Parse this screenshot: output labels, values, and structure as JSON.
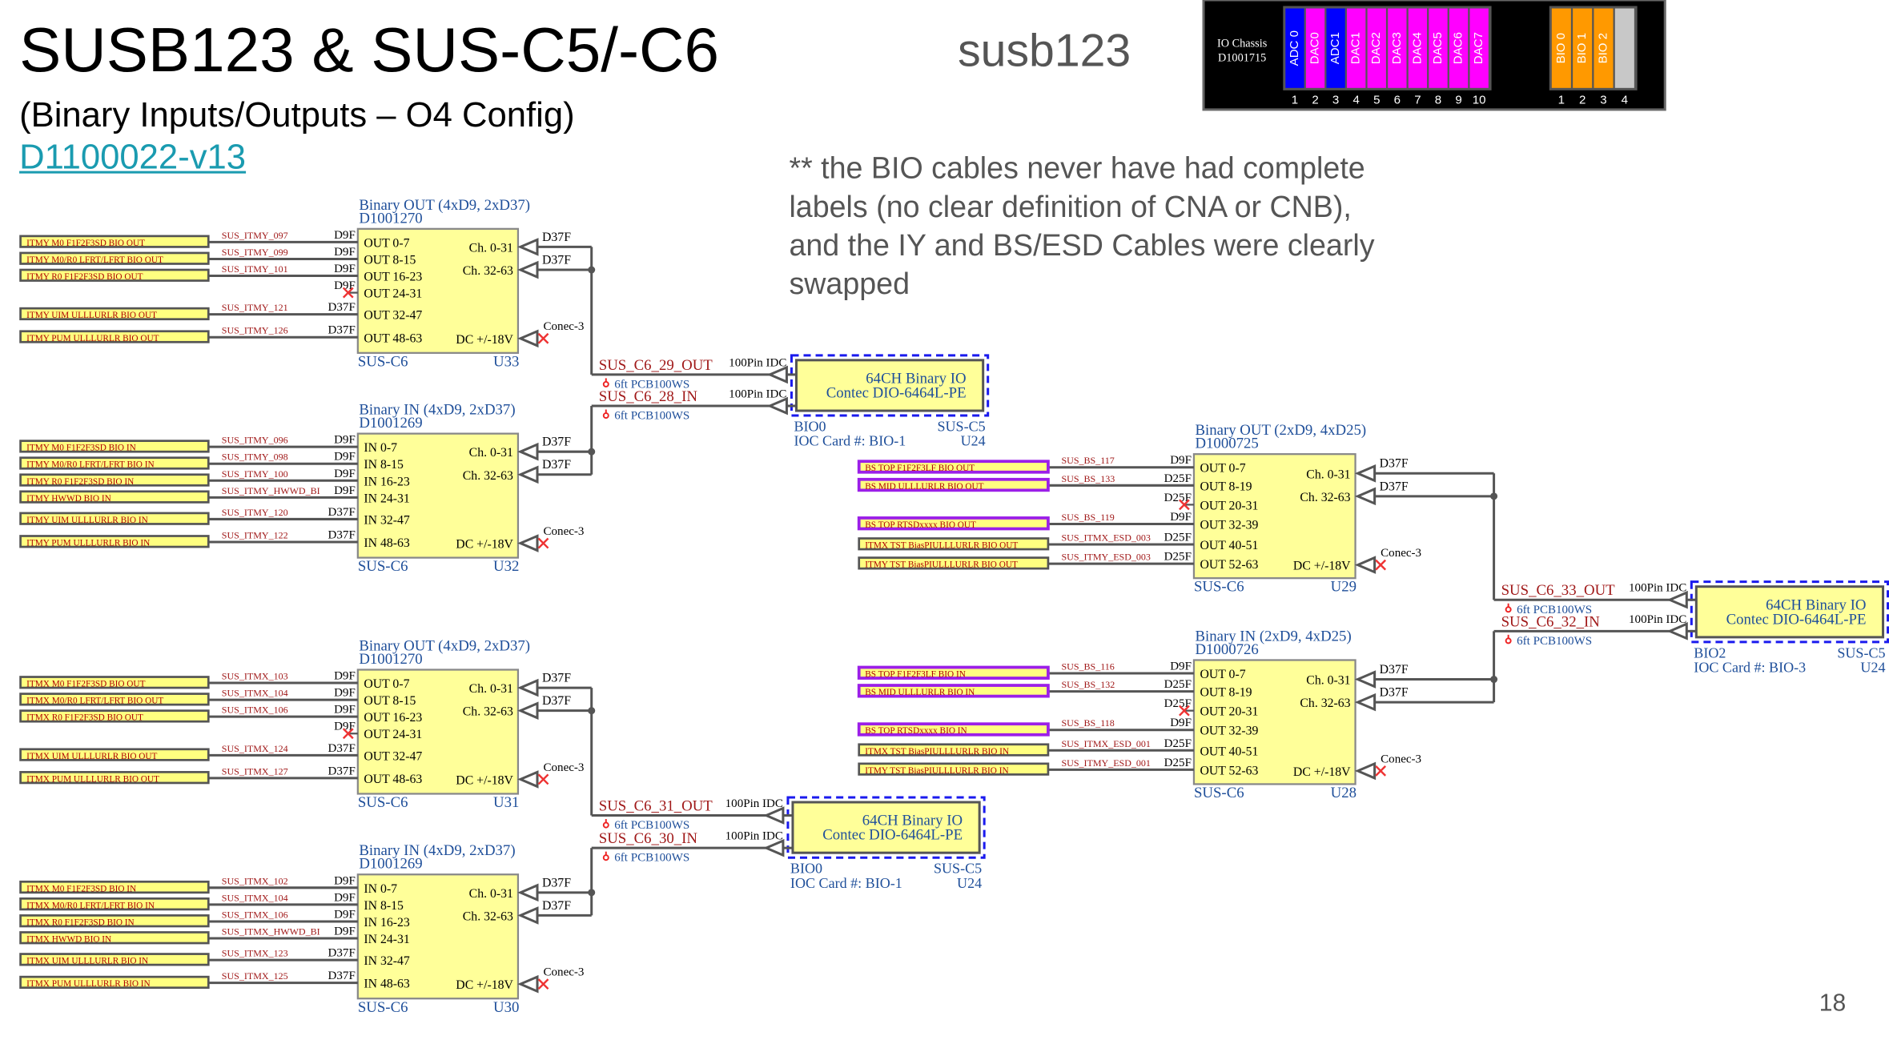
{
  "header": {
    "title": "SUSB123 & SUS-C5/-C6",
    "subtitle": "(Binary Inputs/Outputs – O4 Config)",
    "doc_link": "D1100022-v13",
    "system_name": "susb123",
    "note_lines": [
      "** the BIO cables never have had complete",
      "labels (no clear definition of CNA or CNB),",
      "and the IY and BS/ESD Cables were clearly",
      "swapped"
    ],
    "page_number": "18"
  },
  "chassis": {
    "label_line1": "IO Chassis",
    "label_line2": "D1001715",
    "slots": [
      {
        "num": "1",
        "label": "ADC 0",
        "color": "#0000ff"
      },
      {
        "num": "2",
        "label": "DAC0",
        "color": "#ff00ff"
      },
      {
        "num": "3",
        "label": "ADC1",
        "color": "#0000ff"
      },
      {
        "num": "4",
        "label": "DAC1",
        "color": "#ff00ff"
      },
      {
        "num": "5",
        "label": "DAC2",
        "color": "#ff00ff"
      },
      {
        "num": "6",
        "label": "DAC3",
        "color": "#ff00ff"
      },
      {
        "num": "7",
        "label": "DAC4",
        "color": "#ff00ff"
      },
      {
        "num": "8",
        "label": "DAC5",
        "color": "#ff00ff"
      },
      {
        "num": "9",
        "label": "DAC6",
        "color": "#ff00ff"
      },
      {
        "num": "10",
        "label": "DAC7",
        "color": "#ff00ff"
      }
    ],
    "bio_slots": [
      {
        "num": "1",
        "label": "BIO 0",
        "color": "#ff9900"
      },
      {
        "num": "2",
        "label": "BIO 1",
        "color": "#ff9900"
      },
      {
        "num": "3",
        "label": "BIO 2",
        "color": "#ff9900"
      },
      {
        "num": "4",
        "label": "",
        "color": "#c8c8c8"
      }
    ]
  },
  "colors": {
    "box_fill": "#ffff99",
    "label_fill": "#ffff80",
    "purple_border": "#9b1fe8",
    "net_red": "#a01818",
    "text_blue": "#1f4f9a"
  },
  "blocks": [
    {
      "title": "Binary OUT (4xD9, 2xD37)",
      "part": "D1001270",
      "ref": "SUS-C6",
      "uid": "U33",
      "rows": [
        {
          "label": "ITMY M0 F1F2F3SD BIO OUT",
          "net": "SUS_ITMY_097",
          "conn": "D9F",
          "pin": "OUT 0-7"
        },
        {
          "label": "ITMY M0/R0 LFRT/LFRT BIO OUT",
          "net": "SUS_ITMY_099",
          "conn": "D9F",
          "pin": "OUT 8-15"
        },
        {
          "label": "ITMY R0 F1F2F3SD BIO OUT",
          "net": "SUS_ITMY_101",
          "conn": "D9F",
          "pin": "OUT 16-23"
        },
        {
          "label": "",
          "net": "",
          "conn": "D9F",
          "pin": "OUT 24-31",
          "nc": true
        },
        {
          "label": "ITMY UIM ULLLURLR BIO OUT",
          "net": "SUS_ITMY_121",
          "conn": "D37F",
          "pin": "OUT 32-47"
        },
        {
          "label": "ITMY PUM ULLLURLR BIO OUT",
          "net": "SUS_ITMY_126",
          "conn": "D37F",
          "pin": "OUT 48-63"
        }
      ],
      "right": {
        "ch0": "Ch. 0-31",
        "ch1": "Ch. 32-63",
        "dc": "DC +/-18V",
        "conn0": "D37F",
        "conn1": "D37F",
        "power": "Conec-3"
      }
    },
    {
      "title": "Binary IN (4xD9, 2xD37)",
      "part": "D1001269",
      "ref": "SUS-C6",
      "uid": "U32",
      "rows": [
        {
          "label": "ITMY M0 F1F2F3SD BIO IN",
          "net": "SUS_ITMY_096",
          "conn": "D9F",
          "pin": "IN 0-7"
        },
        {
          "label": "ITMY M0/R0 LFRT/LFRT BIO IN",
          "net": "SUS_ITMY_098",
          "conn": "D9F",
          "pin": "IN 8-15"
        },
        {
          "label": "ITMY R0 F1F2F3SD BIO IN",
          "net": "SUS_ITMY_100",
          "conn": "D9F",
          "pin": "IN 16-23"
        },
        {
          "label": "ITMY HWWD BIO IN",
          "net": "SUS_ITMY_HWWD_BI",
          "conn": "D9F",
          "pin": "IN 24-31"
        },
        {
          "label": "ITMY UIM ULLLURLR BIO IN",
          "net": "SUS_ITMY_120",
          "conn": "D37F",
          "pin": "IN 32-47"
        },
        {
          "label": "ITMY PUM ULLLURLR BIO IN",
          "net": "SUS_ITMY_122",
          "conn": "D37F",
          "pin": "IN 48-63"
        }
      ],
      "right": {
        "ch0": "Ch. 0-31",
        "ch1": "Ch. 32-63",
        "dc": "DC +/-18V",
        "conn0": "D37F",
        "conn1": "D37F",
        "power": "Conec-3"
      }
    },
    {
      "title": "Binary OUT (4xD9, 2xD37)",
      "part": "D1001270",
      "ref": "SUS-C6",
      "uid": "U31",
      "rows": [
        {
          "label": "ITMX M0 F1F2F3SD BIO OUT",
          "net": "SUS_ITMX_103",
          "conn": "D9F",
          "pin": "OUT 0-7"
        },
        {
          "label": "ITMX M0/R0 LFRT/LFRT BIO OUT",
          "net": "SUS_ITMX_104",
          "conn": "D9F",
          "pin": "OUT 8-15"
        },
        {
          "label": "ITMX R0 F1F2F3SD BIO OUT",
          "net": "SUS_ITMX_106",
          "conn": "D9F",
          "pin": "OUT 16-23"
        },
        {
          "label": "",
          "net": "",
          "conn": "D9F",
          "pin": "OUT 24-31",
          "nc": true
        },
        {
          "label": "ITMX UIM ULLLURLR BIO OUT",
          "net": "SUS_ITMX_124",
          "conn": "D37F",
          "pin": "OUT 32-47"
        },
        {
          "label": "ITMX PUM ULLLURLR BIO OUT",
          "net": "SUS_ITMX_127",
          "conn": "D37F",
          "pin": "OUT 48-63"
        }
      ],
      "right": {
        "ch0": "Ch. 0-31",
        "ch1": "Ch. 32-63",
        "dc": "DC +/-18V",
        "conn0": "D37F",
        "conn1": "D37F",
        "power": "Conec-3"
      }
    },
    {
      "title": "Binary IN (4xD9, 2xD37)",
      "part": "D1001269",
      "ref": "SUS-C6",
      "uid": "U30",
      "rows": [
        {
          "label": "ITMX M0 F1F2F3SD BIO IN",
          "net": "SUS_ITMX_102",
          "conn": "D9F",
          "pin": "IN 0-7"
        },
        {
          "label": "ITMX M0/R0 LFRT/LFRT BIO IN",
          "net": "SUS_ITMX_104",
          "conn": "D9F",
          "pin": "IN 8-15"
        },
        {
          "label": "ITMX R0 F1F2F3SD BIO IN",
          "net": "SUS_ITMX_106",
          "conn": "D9F",
          "pin": "IN 16-23"
        },
        {
          "label": "ITMX HWWD BIO IN",
          "net": "SUS_ITMX_HWWD_BI",
          "conn": "D9F",
          "pin": "IN 24-31"
        },
        {
          "label": "ITMX UIM ULLLURLR BIO IN",
          "net": "SUS_ITMX_123",
          "conn": "D37F",
          "pin": "IN 32-47"
        },
        {
          "label": "ITMX PUM ULLLURLR BIO IN",
          "net": "SUS_ITMX_125",
          "conn": "D37F",
          "pin": "IN 48-63"
        }
      ],
      "right": {
        "ch0": "Ch. 0-31",
        "ch1": "Ch. 32-63",
        "dc": "DC +/-18V",
        "conn0": "D37F",
        "conn1": "D37F",
        "power": "Conec-3"
      }
    },
    {
      "title": "Binary OUT (2xD9, 4xD25)",
      "part": "D1000725",
      "ref": "SUS-C6",
      "uid": "U29",
      "rows": [
        {
          "label": "BS TOP F1F2F3LF BIO OUT",
          "net": "SUS_BS_117",
          "conn": "D9F",
          "pin": "OUT 0-7",
          "purple": true
        },
        {
          "label": "BS MID ULLLURLR BIO OUT",
          "net": "SUS_BS_133",
          "conn": "D25F",
          "pin": "OUT 8-19",
          "purple": true
        },
        {
          "label": "",
          "net": "",
          "conn": "D25F",
          "pin": "OUT 20-31",
          "nc": true
        },
        {
          "label": "BS TOP RTSDxxxx BIO OUT",
          "net": "SUS_BS_119",
          "conn": "D9F",
          "pin": "OUT 32-39",
          "purple": true
        },
        {
          "label": "ITMX TST BiasPIULLLURLR BIO OUT",
          "net": "SUS_ITMX_ESD_003",
          "conn": "D25F",
          "pin": "OUT 40-51"
        },
        {
          "label": "ITMY TST BiasPIULLLURLR BIO OUT",
          "net": "SUS_ITMY_ESD_003",
          "conn": "D25F",
          "pin": "OUT 52-63"
        }
      ],
      "right": {
        "ch0": "Ch. 0-31",
        "ch1": "Ch. 32-63",
        "dc": "DC +/-18V",
        "conn0": "D37F",
        "conn1": "D37F",
        "power": "Conec-3"
      }
    },
    {
      "title": "Binary IN (2xD9, 4xD25)",
      "part": "D1000726",
      "ref": "SUS-C6",
      "uid": "U28",
      "rows": [
        {
          "label": "BS TOP F1F2F3LF BIO IN",
          "net": "SUS_BS_116",
          "conn": "D9F",
          "pin": "OUT 0-7",
          "purple": true
        },
        {
          "label": "BS MID ULLLURLR BIO IN",
          "net": "SUS_BS_132",
          "conn": "D25F",
          "pin": "OUT 8-19",
          "purple": true
        },
        {
          "label": "",
          "net": "",
          "conn": "D25F",
          "pin": "OUT 20-31",
          "nc": true
        },
        {
          "label": "BS TOP RTSDxxxx BIO IN",
          "net": "SUS_BS_118",
          "conn": "D9F",
          "pin": "OUT 32-39",
          "purple": true
        },
        {
          "label": "ITMX TST BiasPIULLLURLR BIO IN",
          "net": "SUS_ITMX_ESD_001",
          "conn": "D25F",
          "pin": "OUT 40-51"
        },
        {
          "label": "ITMY TST BiasPIULLLURLR BIO IN",
          "net": "SUS_ITMY_ESD_001",
          "conn": "D25F",
          "pin": "OUT 52-63"
        }
      ],
      "right": {
        "ch0": "Ch. 0-31",
        "ch1": "Ch. 32-63",
        "dc": "DC +/-18V",
        "conn0": "D37F",
        "conn1": "D37F",
        "power": "Conec-3"
      }
    }
  ],
  "connectors": [
    {
      "out_net": "SUS_C6_29_OUT",
      "in_net": "SUS_C6_28_IN",
      "cable": "6ft PCB100WS",
      "idc": "100Pin IDC",
      "line1": "64CH Binary IO",
      "line2": "Contec DIO-6464L-PE",
      "bio": "BIO0",
      "ioc": "IOC Card #: BIO-1",
      "ref": "SUS-C5",
      "uid": "U24"
    },
    {
      "out_net": "SUS_C6_31_OUT",
      "in_net": "SUS_C6_30_IN",
      "cable": "6ft PCB100WS",
      "idc": "100Pin IDC",
      "line1": "64CH Binary IO",
      "line2": "Contec DIO-6464L-PE",
      "bio": "BIO0",
      "ioc": "IOC Card #: BIO-1",
      "ref": "SUS-C5",
      "uid": "U24"
    },
    {
      "out_net": "SUS_C6_33_OUT",
      "in_net": "SUS_C6_32_IN",
      "cable": "6ft PCB100WS",
      "idc": "100Pin IDC",
      "line1": "64CH Binary IO",
      "line2": "Contec DIO-6464L-PE",
      "bio": "BIO2",
      "ioc": "IOC Card #: BIO-3",
      "ref": "SUS-C5",
      "uid": "U24"
    }
  ]
}
